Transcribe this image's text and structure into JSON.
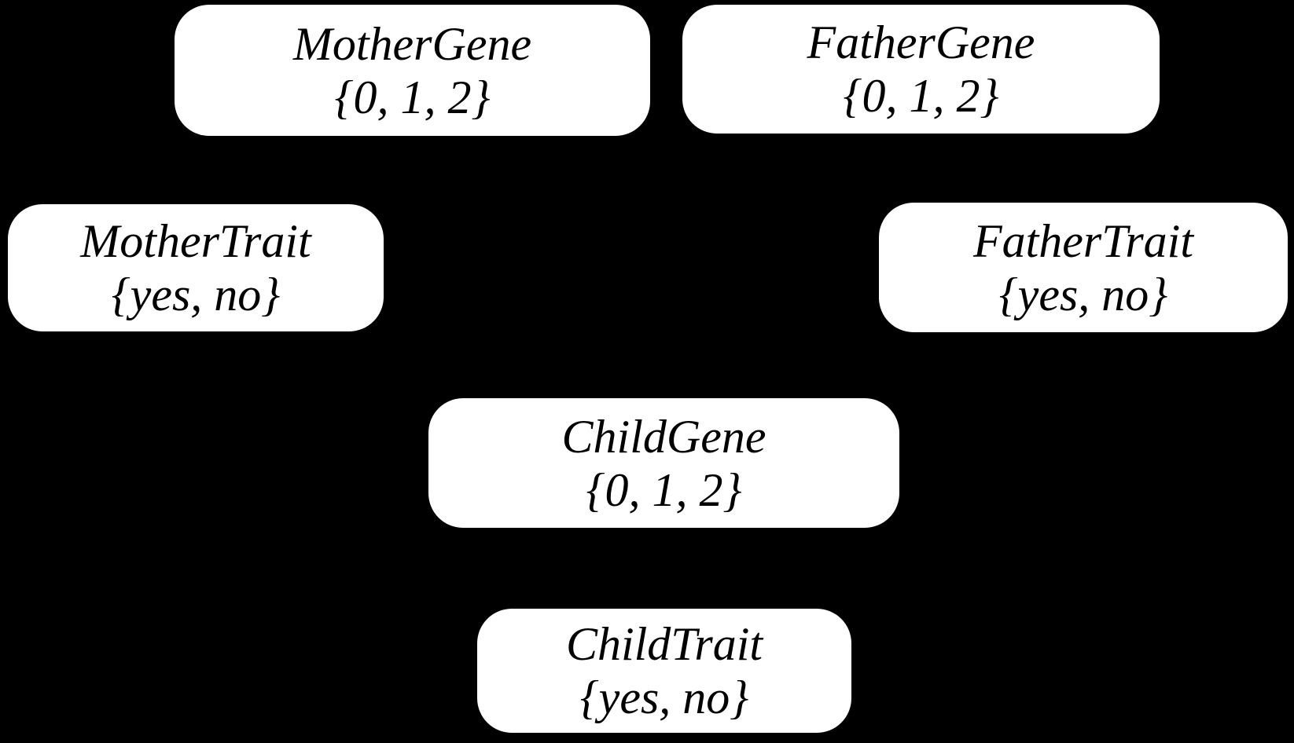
{
  "diagram": {
    "kind": "bayesian-network",
    "colors": {
      "background": "#000000",
      "node_fill": "#ffffff",
      "node_text": "#000000"
    },
    "nodes": [
      {
        "label": "MotherGene",
        "domain": "{0, 1, 2}"
      },
      {
        "label": "FatherGene",
        "domain": "{0, 1, 2}"
      },
      {
        "label": "MotherTrait",
        "domain": "{yes, no}"
      },
      {
        "label": "FatherTrait",
        "domain": "{yes, no}"
      },
      {
        "label": "ChildGene",
        "domain": "{0, 1, 2}"
      },
      {
        "label": "ChildTrait",
        "domain": "{yes, no}"
      }
    ]
  }
}
